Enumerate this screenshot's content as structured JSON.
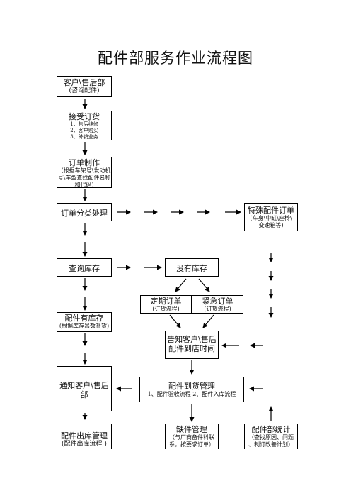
{
  "title": "配件部服务作业流程图",
  "boxes": {
    "customer": {
      "main": "客户\\售后部",
      "sub": "(咨询配件)"
    },
    "accept": {
      "main": "接受订货",
      "lines": [
        "1、售后维修",
        "2、客户购买",
        "3、外销业务"
      ]
    },
    "order_make": {
      "main": "订单制作",
      "lines": [
        "（根据车架号\\发动机",
        "号\\车型查找配件名称",
        "和代码)"
      ]
    },
    "classify": {
      "main": "订单分类处理"
    },
    "special": {
      "main": "特殊配件订单",
      "lines": [
        "(车身\\中缸\\座椅\\",
        "变速箱等)"
      ]
    },
    "query": {
      "main": "查询库存"
    },
    "nostock": {
      "main": "没有库存"
    },
    "regular": {
      "main": "定期订单",
      "sub": "(订货流程)"
    },
    "urgent": {
      "main": "紧急订单",
      "sub": "(订货流程)"
    },
    "instock": {
      "main": "配件有库存",
      "sub": "(根据库存吊数补货)"
    },
    "notify_time": {
      "lines": [
        "告知客户\\售后",
        "配件到店时间"
      ]
    },
    "notify": {
      "lines": [
        "通知客户\\售后",
        "部"
      ]
    },
    "arrival": {
      "main": "配件到货管理",
      "sub": "1、配件验收流程   2、配件入库流程"
    },
    "outbound": {
      "main": "配件出库管理",
      "sub": "(配件出库流程 )"
    },
    "shortage": {
      "main": "缺件管理",
      "lines": [
        "（与厂商备件科联",
        "系，按要求订单）"
      ]
    },
    "stats": {
      "main": "配件部统计",
      "lines": [
        "（查找原因、问题",
        "、制订改善计划）"
      ]
    }
  }
}
